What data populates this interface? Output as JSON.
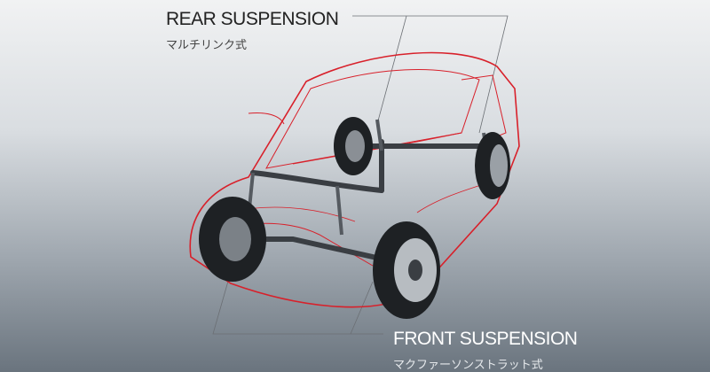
{
  "rear": {
    "title": "REAR SUSPENSION",
    "subtitle": "マルチリンク式"
  },
  "front": {
    "title": "FRONT SUSPENSION",
    "subtitle": "マクファーソンストラット式"
  },
  "colors": {
    "outline": "#d8202a",
    "tire": "#1e2124",
    "frame": "#3a3e43"
  }
}
